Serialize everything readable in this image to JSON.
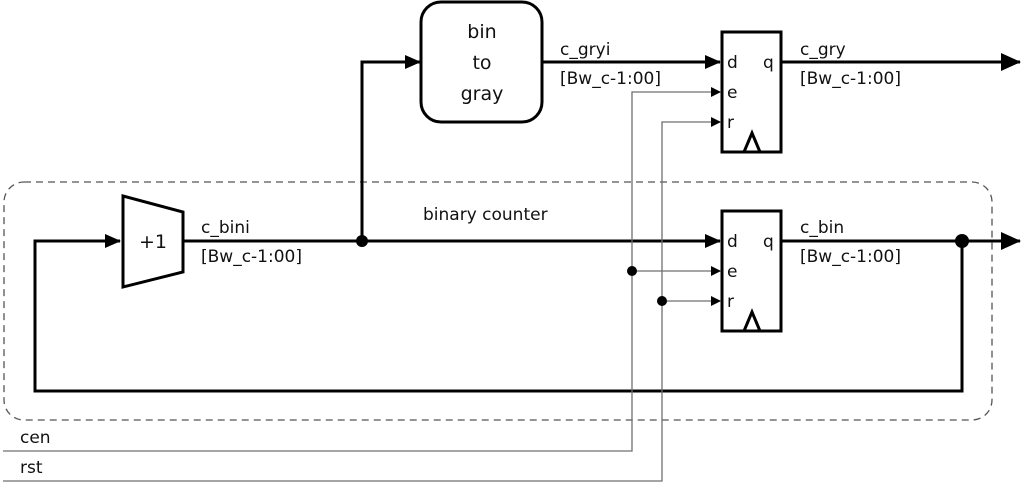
{
  "diagram": {
    "subsystem_label": "binary counter",
    "blocks": {
      "incrementer": {
        "label": "+1"
      },
      "bin_to_gray": {
        "lines": [
          "bin",
          "to",
          "gray"
        ]
      },
      "gray_register": {
        "ports": {
          "d": "d",
          "e": "e",
          "r": "r",
          "q": "q"
        }
      },
      "bin_register": {
        "ports": {
          "d": "d",
          "e": "e",
          "r": "r",
          "q": "q"
        }
      }
    },
    "signals": {
      "c_bini": {
        "name": "c_bini",
        "range": "[Bw_c-1:00]"
      },
      "c_gryi": {
        "name": "c_gryi",
        "range": "[Bw_c-1:00]"
      },
      "c_gry": {
        "name": "c_gry",
        "range": "[Bw_c-1:00]"
      },
      "c_bin": {
        "name": "c_bin",
        "range": "[Bw_c-1:00]"
      },
      "cen": {
        "name": "cen"
      },
      "rst": {
        "name": "rst"
      }
    },
    "colors": {
      "wire": "#000000",
      "control_wire": "#6f6f6f",
      "boundary": "#555555",
      "background": "#ffffff"
    }
  }
}
